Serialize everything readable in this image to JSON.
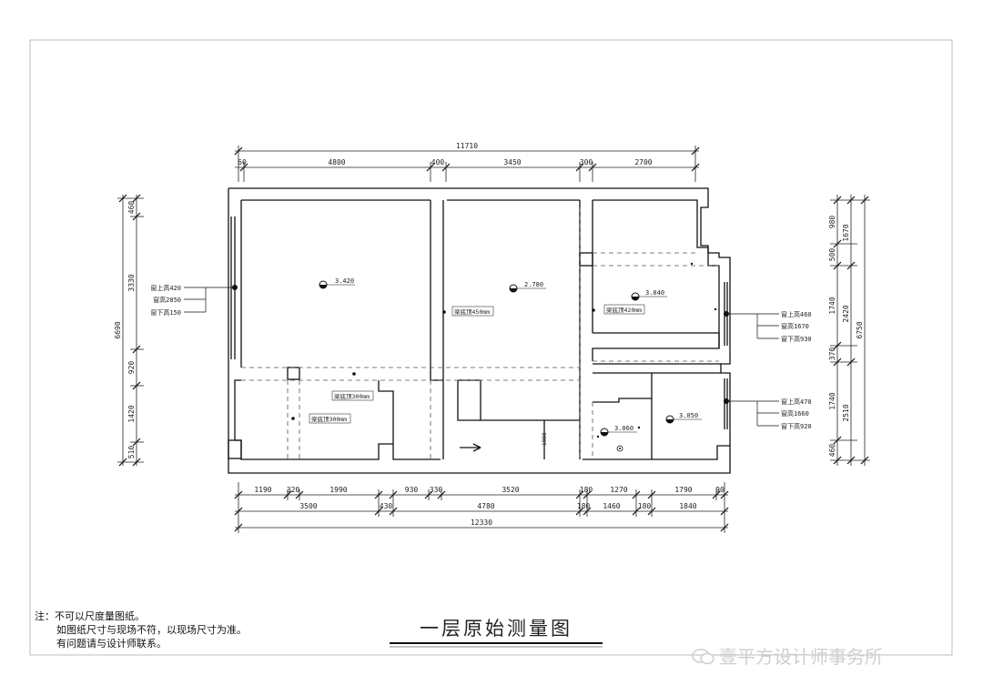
{
  "title": "一层原始测量图",
  "notes": {
    "prefix": "注：",
    "lines": [
      "不可以尺度量图纸。",
      "如图纸尺寸与现场不符，以现场尺寸为准。",
      "有问题请与设计师联系。"
    ]
  },
  "watermark": "壹平方设计师事务所",
  "top_dims": {
    "overall": "11710",
    "segments": [
      "60",
      "4800",
      "400",
      "3450",
      "300",
      "2700"
    ]
  },
  "bottom_dims": {
    "row1": [
      "1190",
      "320",
      "1990",
      "930",
      "330",
      "3520",
      "180",
      "1270",
      "1790",
      "90"
    ],
    "row2": [
      "3500",
      "430",
      "4780",
      "180",
      "1460",
      "180",
      "1840"
    ],
    "overall": "12330"
  },
  "left_dims": {
    "segments": [
      "460",
      "3330",
      "920",
      "1420",
      "510"
    ],
    "overall": "6690"
  },
  "right_dims": {
    "inner": [
      "980",
      "500",
      "1740",
      "370",
      "1740",
      "460"
    ],
    "middle": [
      "1670",
      "2420",
      "2510"
    ],
    "overall": "6750"
  },
  "heights": [
    "3.420",
    "2.780",
    "3.040",
    "3.060",
    "3.050"
  ],
  "beams": [
    "梁底顶450mm",
    "梁底顶420mm",
    "梁底顶300mm",
    "梁底顶300mm"
  ],
  "windows": {
    "left": [
      "窗上高420",
      "窗高2850",
      "窗下高150"
    ],
    "right_top": [
      "窗上高460",
      "窗高1670",
      "窗下高930"
    ],
    "right_bottom": [
      "窗上高470",
      "窗高1660",
      "窗下高920"
    ]
  },
  "misc_dim": "1080"
}
